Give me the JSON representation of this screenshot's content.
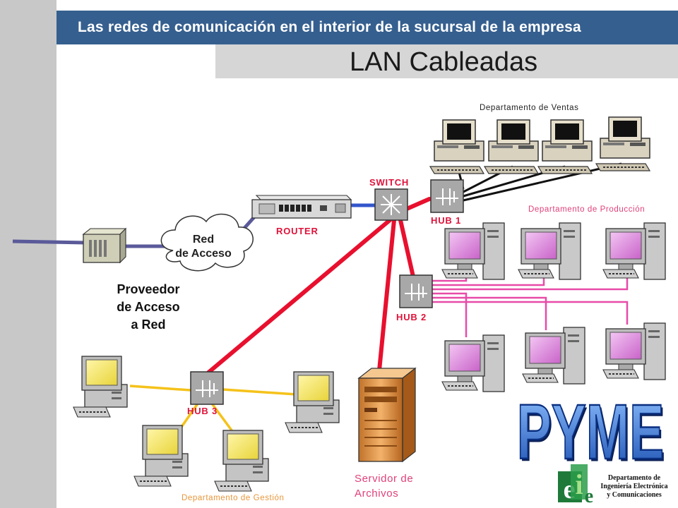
{
  "header": {
    "banner_title": "Las redes de comunicación  en el interior de la sucursal de la empresa",
    "slide_title": "LAN Cableadas"
  },
  "departments": {
    "ventas": "Departamento de Ventas",
    "produccion": "Departamento de Producción",
    "gestion": "Departamento de Gestión"
  },
  "devices": {
    "switch": "SWITCH",
    "router": "ROUTER",
    "hub1": "HUB 1",
    "hub2": "HUB 2",
    "hub3": "HUB 3"
  },
  "cloud": {
    "line1": "Red",
    "line2": "de Acceso"
  },
  "provider": {
    "line1": "Proveedor",
    "line2": "de Acceso",
    "line3": "a Red"
  },
  "server": {
    "label": "Servidor de Archivos"
  },
  "logo": {
    "brand": "PYME",
    "org_line1": "Departamento de",
    "org_line2": "Ingeniería Electrónica",
    "org_line3": "y Comunicaciones"
  },
  "colors": {
    "banner": "#355f8f",
    "red_link": "#e8102e",
    "pink_link": "#e84aa8",
    "yellow_link": "#f5c21a",
    "black_link": "#111111",
    "wan_link": "#5a5a9a",
    "brand_blue": "#2a6fd6"
  }
}
